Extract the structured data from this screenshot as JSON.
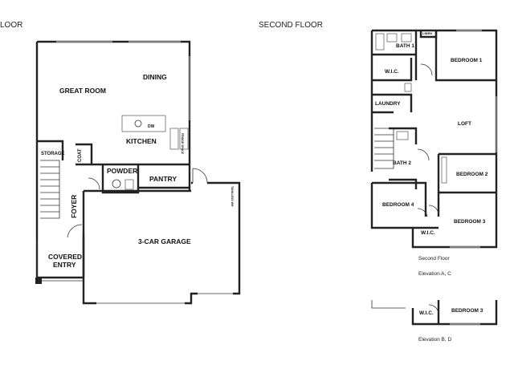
{
  "headers": {
    "first_floor_partial": "LOOR",
    "second_floor": "SECOND FLOOR"
  },
  "first_floor": {
    "dining": "DINING",
    "great_room": "GREAT ROOM",
    "kitchen": "KITCHEN",
    "dw": "DW",
    "storage": "STORAGE",
    "coat": "COAT",
    "powder": "POWDER",
    "pantry": "PANTRY",
    "foyer": "FOYER",
    "garage": "3-CAR GARAGE",
    "covered_entry_line1": "COVERED",
    "covered_entry_line2": "ENTRY",
    "opt_tankless": "TANKLESS WH",
    "opt_fridge": "FRIDGE SPACE"
  },
  "second_floor": {
    "bath1": "BATH 1",
    "linen": "LINEN",
    "bedroom1": "BEDROOM 1",
    "wic1": "W.I.C.",
    "laundry": "LAUNDRY",
    "loft": "LOFT",
    "bath2": "BATH  2",
    "bedroom2": "BEDROOM 2",
    "bedroom4": "BEDROOM 4",
    "bedroom3": "BEDROOM 3",
    "wic3": "W.I.C.",
    "caption1": "Second Floor",
    "caption2": "Elevation A, C"
  },
  "elevation_bd": {
    "wic": "W.I.C.",
    "bedroom3": "BEDROOM 3",
    "caption": "Elevation B, D"
  }
}
